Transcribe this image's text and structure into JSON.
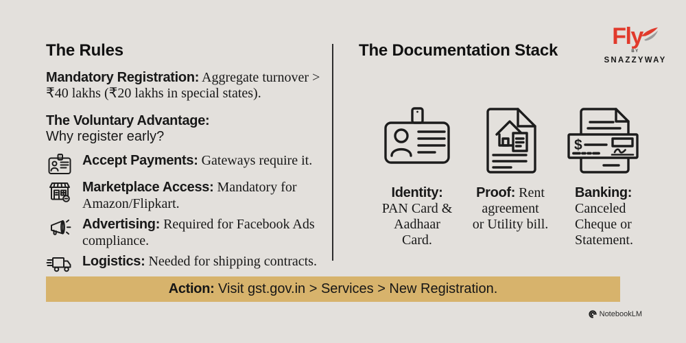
{
  "colors": {
    "background": "#e3e0dc",
    "text": "#181818",
    "divider": "#2b2b2b",
    "banner_bg": "#d7b36c",
    "icon_stroke": "#1c1c1c",
    "logo_red": "#e13a2c",
    "logo_wing_gray": "#9b9b9b"
  },
  "left": {
    "title": "The Rules",
    "mandatory": {
      "label": "Mandatory Registration:",
      "line1": " Aggregate turnover >",
      "line2": "₹40 lakhs (₹20 lakhs in special states)."
    },
    "voluntary": {
      "label": "The Voluntary Advantage:",
      "question": "Why register early?"
    },
    "items": [
      {
        "icon": "id-card-icon",
        "label": "Accept Payments:",
        "line1": " Gateways require it."
      },
      {
        "icon": "storefront-icon",
        "label": "Marketplace Access:",
        "line1": " Mandatory for",
        "line2": "Amazon/Flipkart."
      },
      {
        "icon": "megaphone-icon",
        "label": "Advertising:",
        "line1": " Required for Facebook Ads",
        "line2": "compliance."
      },
      {
        "icon": "truck-icon",
        "label": "Logistics:",
        "line1": " Needed for shipping contracts."
      }
    ]
  },
  "right": {
    "title": "The Documentation Stack",
    "docs": [
      {
        "icon": "id-badge-icon",
        "label": "Identity:",
        "line1": "PAN Card &",
        "line2": "Aadhaar",
        "line3": "Card."
      },
      {
        "icon": "rent-agreement-icon",
        "label": "Proof:",
        "line1": " Rent",
        "line2": "agreement",
        "line3": "or Utility bill."
      },
      {
        "icon": "cancelled-cheque-icon",
        "label": "Banking:",
        "line1": "Canceled",
        "line2": "Cheque or",
        "line3": "Statement."
      }
    ]
  },
  "banner": {
    "label": "Action:",
    "text": " Visit gst.gov.in > Services > New Registration."
  },
  "logo": {
    "brand": "Fly",
    "by": "BY",
    "name": "SNAZZYWAY"
  },
  "watermark": {
    "label": "NotebookLM"
  }
}
